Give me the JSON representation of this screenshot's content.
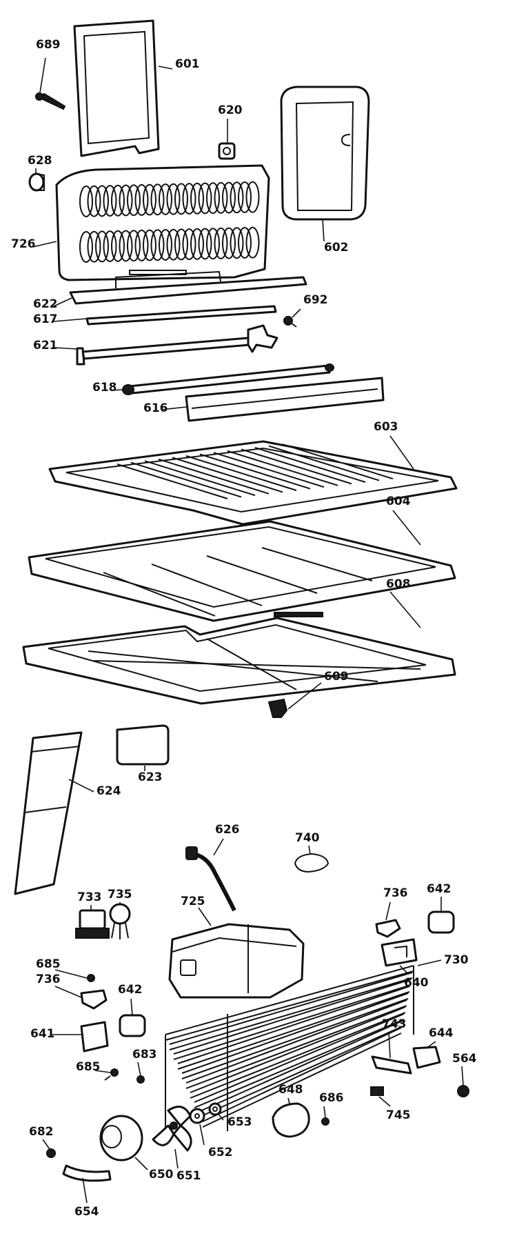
{
  "diagram": {
    "callouts": [
      "601",
      "602",
      "603",
      "604",
      "608",
      "609",
      "616",
      "617",
      "618",
      "620",
      "621",
      "622",
      "623",
      "624",
      "626",
      "628",
      "564",
      "640",
      "641",
      "642",
      "642",
      "644",
      "648",
      "650",
      "651",
      "652",
      "653",
      "654",
      "682",
      "683",
      "685",
      "685",
      "686",
      "689",
      "692",
      "725",
      "726",
      "730",
      "733",
      "735",
      "736",
      "736",
      "740",
      "743",
      "745"
    ]
  }
}
